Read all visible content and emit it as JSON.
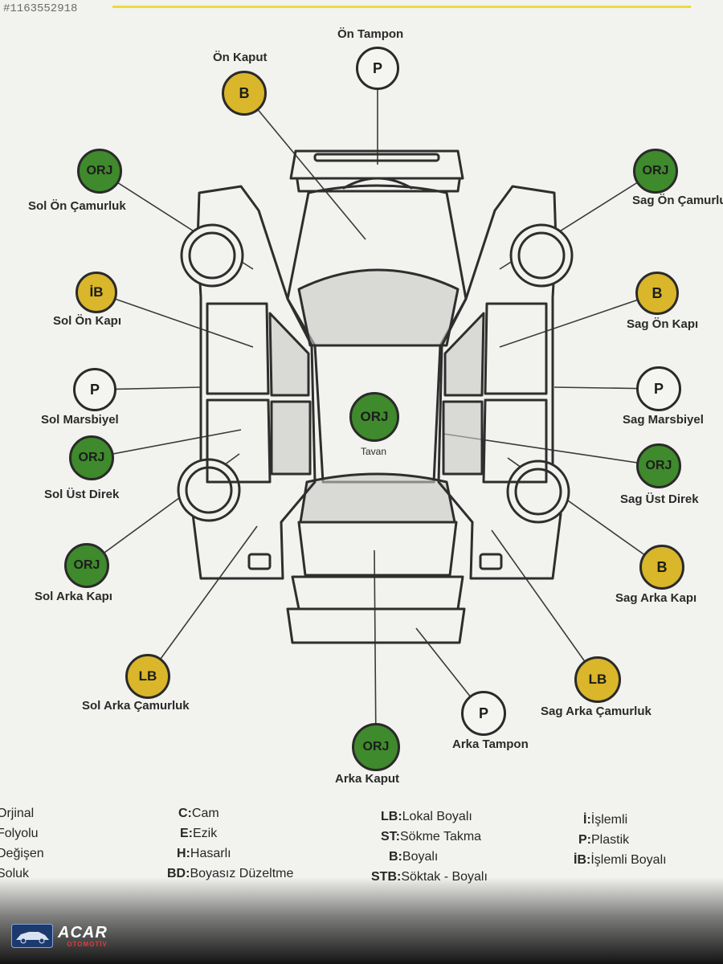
{
  "ref_number": "#1163552918",
  "colors": {
    "orj": "#3f8a2c",
    "b": "#d9b62a",
    "ib": "#d9b62a",
    "lb": "#d9b62a",
    "p": "#f4f4f1",
    "stroke": "#2a2a2a"
  },
  "parts": {
    "on_tampon": {
      "label": "Ön Tampon",
      "code": "P",
      "status": "p"
    },
    "on_kaput": {
      "label": "Ön Kaput",
      "code": "B",
      "status": "b"
    },
    "sol_on_camurluk": {
      "label": "Sol Ön Çamurluk",
      "code": "ORJ",
      "status": "orj"
    },
    "sag_on_camurluk": {
      "label": "Sag Ön Çamurluk",
      "code": "ORJ",
      "status": "orj"
    },
    "sol_on_kapi": {
      "label": "Sol Ön Kapı",
      "code": "İB",
      "status": "ib"
    },
    "sag_on_kapi": {
      "label": "Sag Ön Kapı",
      "code": "B",
      "status": "b"
    },
    "sol_marsbiyel": {
      "label": "Sol Marsbiyel",
      "code": "P",
      "status": "p"
    },
    "sag_marsbiyel": {
      "label": "Sag Marsbiyel",
      "code": "P",
      "status": "p"
    },
    "tavan": {
      "label": "Tavan",
      "code": "ORJ",
      "status": "orj"
    },
    "sol_ust_direk": {
      "label": "Sol Üst Direk",
      "code": "ORJ",
      "status": "orj"
    },
    "sag_ust_direk": {
      "label": "Sag Üst Direk",
      "code": "ORJ",
      "status": "orj"
    },
    "sol_arka_kapi": {
      "label": "Sol Arka Kapı",
      "code": "ORJ",
      "status": "orj"
    },
    "sag_arka_kapi": {
      "label": "Sag Arka Kapı",
      "code": "B",
      "status": "b"
    },
    "sol_arka_camurluk": {
      "label": "Sol Arka Çamurluk",
      "code": "LB",
      "status": "lb"
    },
    "sag_arka_camurluk": {
      "label": "Sag Arka Çamurluk",
      "code": "LB",
      "status": "lb"
    },
    "arka_tampon": {
      "label": "Arka Tampon",
      "code": "P",
      "status": "p"
    },
    "arka_kaput": {
      "label": "Arka Kaput",
      "code": "ORJ",
      "status": "orj"
    }
  },
  "legend": {
    "col1": [
      "Orjinal",
      "Folyolu",
      "Değişen",
      "Soluk"
    ],
    "col2": [
      {
        "key": "C:",
        "text": "Cam"
      },
      {
        "key": "E:",
        "text": "Ezik"
      },
      {
        "key": "H:",
        "text": "Hasarlı"
      },
      {
        "key": "BD:",
        "text": "Boyasız Düzeltme"
      }
    ],
    "col3": [
      {
        "key": "LB:",
        "text": "Lokal Boyalı"
      },
      {
        "key": "ST:",
        "text": "Sökme Takma"
      },
      {
        "key": "B:",
        "text": "Boyalı"
      },
      {
        "key": "STB:",
        "text": "Söktak - Boyalı"
      }
    ],
    "col4": [
      {
        "key": "İ:",
        "text": "İşlemli"
      },
      {
        "key": "P:",
        "text": "Plastik"
      },
      {
        "key": "İB:",
        "text": "İşlemli Boyalı"
      }
    ]
  },
  "logo": {
    "title": "ACAR",
    "subtitle": "OTOMOTİV"
  }
}
